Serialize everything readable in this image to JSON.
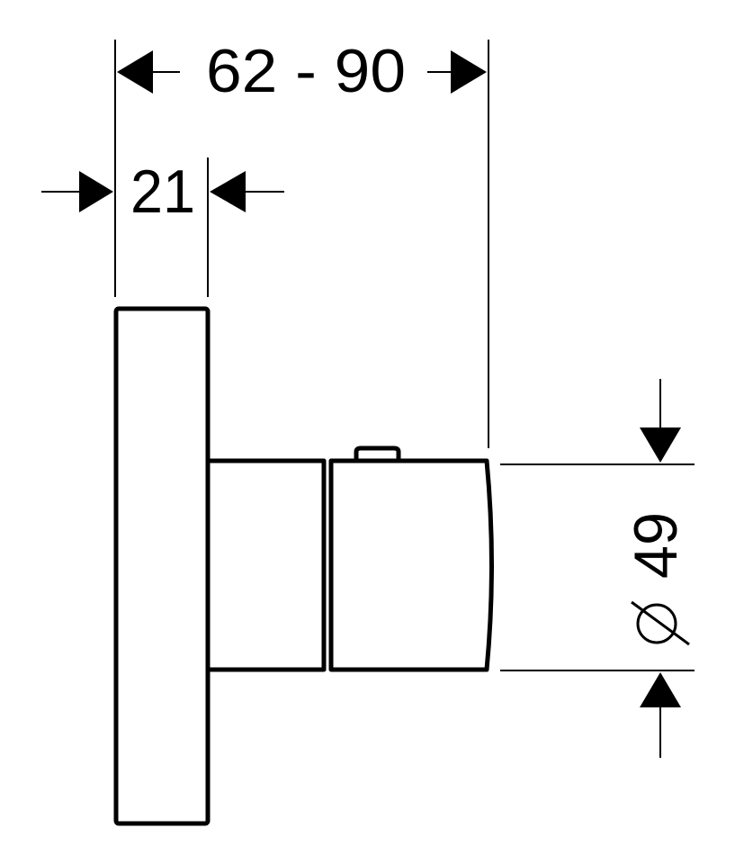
{
  "dimensions": {
    "overall_depth": "62 - 90",
    "escutcheon_depth": "21",
    "handle_diameter": "49",
    "diameter_symbol": "diameter-symbol-icon"
  },
  "colors": {
    "line": "#000000",
    "background": "#ffffff"
  }
}
